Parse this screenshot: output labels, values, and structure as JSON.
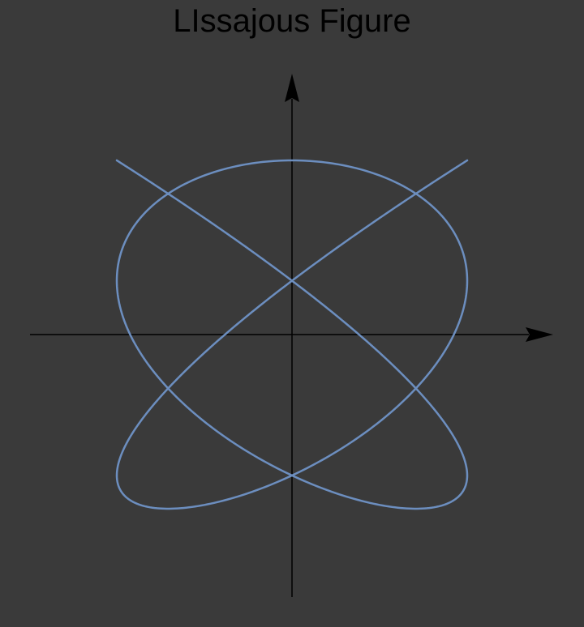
{
  "title": "LIssajous Figure",
  "chart_data": {
    "type": "line",
    "title": "LIssajous Figure",
    "xlabel": "",
    "ylabel": "",
    "xlim": [
      -1.0,
      1.0
    ],
    "ylim": [
      -1.0,
      1.0
    ],
    "grid": false,
    "series": [
      {
        "kind": "parametric",
        "x": "sin(5t)",
        "y": "cos(4t)",
        "t_range": [
          0,
          6.2832
        ],
        "x_range": [
          -1,
          1
        ],
        "y_range": [
          -1,
          1
        ]
      }
    ]
  },
  "colors": {
    "background": "#3a3a3a",
    "curve": "#6c8ebf",
    "axes": "#000000",
    "title": "#000000"
  }
}
